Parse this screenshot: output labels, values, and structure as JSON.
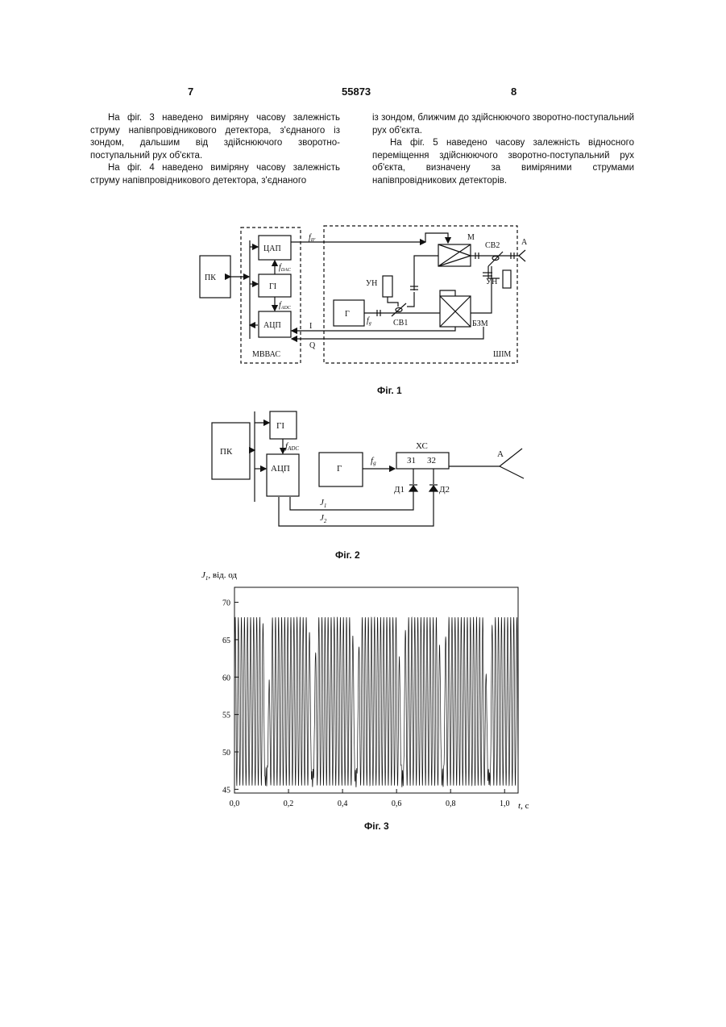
{
  "header": {
    "left_page": "7",
    "patent_no": "55873",
    "right_page": "8"
  },
  "left_column": [
    "На фіг. 3 наведено виміряну часову залежність струму напівпровідникового детектора, з'єднаного із зондом, дальшим від здійснюючого зворотно-поступальний рух об'єкта.",
    "На фіг. 4 наведено виміряну часову залежність струму напівпровідникового детектора, з'єднаного"
  ],
  "right_column": [
    "із зондом, ближчим до здійснюючого зворотно-поступальний рух об'єкта.",
    "На фіг. 5 наведено часову залежність відносного переміщення здійснюючого зворотно-поступальний рух об'єкта, визначену за виміряними струмами напівпровідникових детекторів."
  ],
  "fig1": {
    "caption": "Фіг. 1",
    "labels": {
      "pc": "ПК",
      "dac": "ЦАП",
      "gi": "ГІ",
      "adc": "АЦП",
      "mvvas": "МВВАС",
      "shim": "ШІМ",
      "fif": "f",
      "fif_sub": "IF",
      "fdac": "f",
      "fdac_sub": "DAC",
      "fadc": "f",
      "fadc_sub": "ADC",
      "m": "М",
      "sv2": "СВ2",
      "a": "А",
      "un1": "УН",
      "un2": "УН",
      "g": "Г",
      "fg": "f",
      "fg_sub": "g",
      "sv1": "СВ1",
      "bzm": "БЗМ",
      "i": "I",
      "q": "Q"
    }
  },
  "fig2": {
    "caption": "Фіг. 2",
    "labels": {
      "pc": "ПК",
      "gi": "ГІ",
      "fadc": "f",
      "fadc_sub": "ADC",
      "adc": "АЦП",
      "g": "Г",
      "fg": "f",
      "fg_sub": "g",
      "xc": "ХС",
      "z1": "З1",
      "z2": "З2",
      "d1": "Д1",
      "d2": "Д2",
      "j1": "J",
      "j1_sub": "1",
      "j2": "J",
      "j2_sub": "2",
      "a": "А"
    }
  },
  "fig3": {
    "caption": "Фіг. 3",
    "chart_data": {
      "type": "line",
      "ylabel": "J",
      "ylabel_sub": "1",
      "ylabel_unit": ", від. од",
      "xlabel": "t",
      "xlabel_unit": ", с",
      "xlim": [
        0.0,
        1.05
      ],
      "ylim": [
        44.5,
        72
      ],
      "yticks": [
        45,
        50,
        55,
        60,
        65,
        70
      ],
      "xticks": [
        0.0,
        0.2,
        0.4,
        0.6,
        0.8,
        1.0
      ],
      "ytick_labels": [
        "45",
        "50",
        "55",
        "60",
        "65",
        "70"
      ],
      "xtick_labels": [
        "0,0",
        "0,2",
        "0,4",
        "0,6",
        "0,8",
        "1,0"
      ],
      "series": [
        {
          "waveform": "frequency-modulated oscillation",
          "min": 45.5,
          "max": 68,
          "carrier_cycles_per_second": 88,
          "turning_points_t": [
            0.12,
            0.29,
            0.45,
            0.62,
            0.77,
            0.94
          ],
          "turning_point_min": 46.5
        }
      ]
    }
  }
}
